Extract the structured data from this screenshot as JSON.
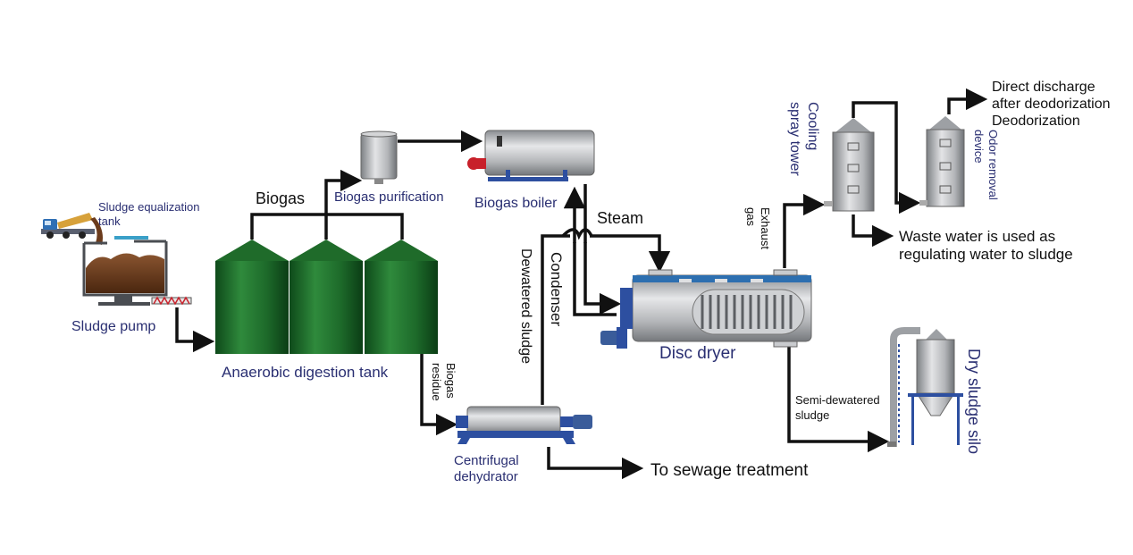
{
  "labels": {
    "sludge_equalization_tank": [
      "Sludge equalization",
      "tank"
    ],
    "sludge_pump": "Sludge pump",
    "biogas": "Biogas",
    "biogas_purification": "Biogas purification",
    "biogas_boiler": "Biogas boiler",
    "steam": "Steam",
    "anaerobic_digestion_tank": "Anaerobic digestion tank",
    "biogas_residue": [
      "Biogas",
      "residue"
    ],
    "dewatered_sludge": "Dewatered sludge",
    "condenser": "Condenser",
    "centrifugal_dehydrator": [
      "Centrifugal",
      "dehydrator"
    ],
    "to_sewage_treatment": "To sewage treatment",
    "disc_dryer": "Disc dryer",
    "exhaust_gas": [
      "Exhaust",
      "gas"
    ],
    "cooling_spray_tower": [
      "Cooling",
      "spray tower"
    ],
    "odor_removal_device": [
      "Odor removal",
      "device"
    ],
    "direct_discharge": [
      "Direct discharge",
      "after deodorization",
      "Deodorization"
    ],
    "waste_water": [
      "Waste water is used as",
      "regulating water to sludge"
    ],
    "semi_dewatered_sludge": [
      "Semi-dewatered",
      "sludge"
    ],
    "dry_sludge_silo": "Dry sludge silo"
  },
  "colors": {
    "label_blue": "#2a2f72",
    "flow_line": "#111111",
    "digester_green": "#1f6b2a",
    "equipment_blue": "#2d4fa0",
    "steel_gray": "#a9abae",
    "sludge_brown": "#6b3b1c",
    "pump_red": "#c8202a"
  }
}
